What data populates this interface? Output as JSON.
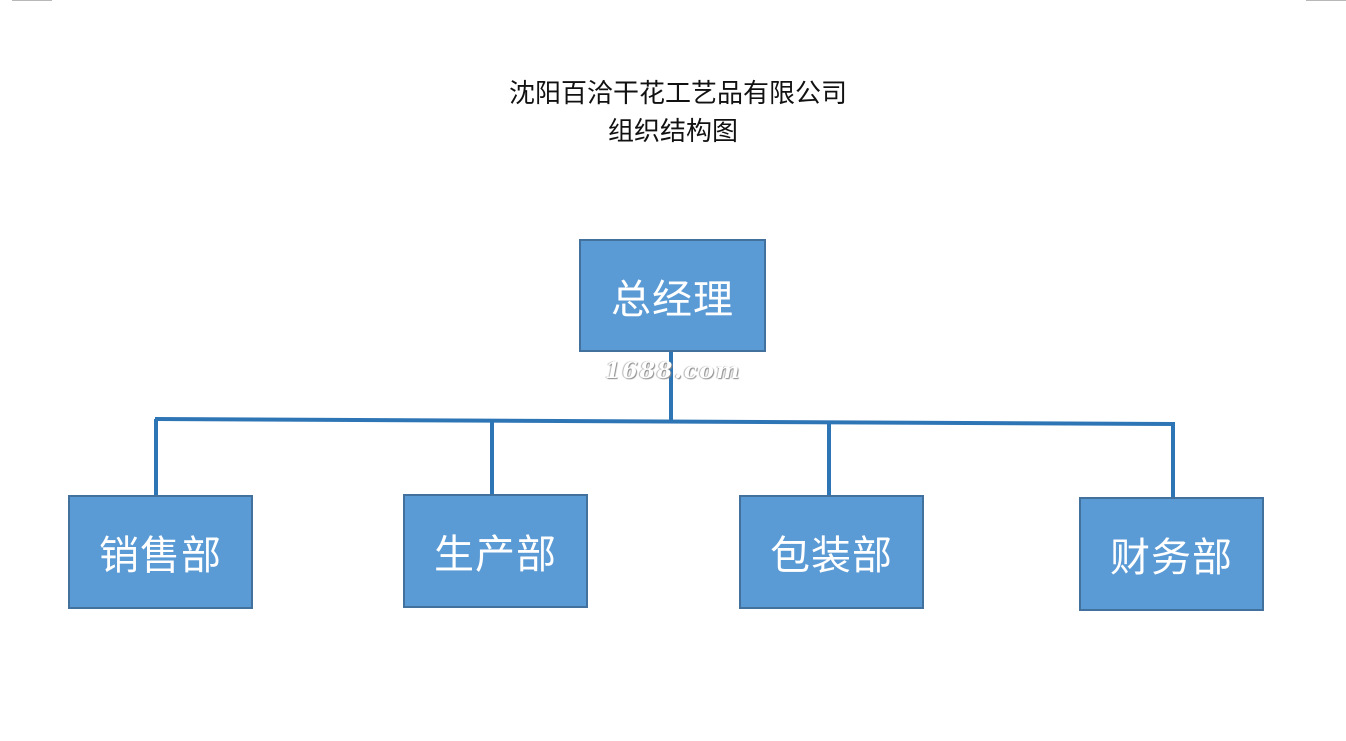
{
  "title": {
    "line1": "沈阳百洽干花工艺品有限公司",
    "line2": "组织结构图"
  },
  "org": {
    "root": "总经理",
    "departments": [
      "销售部",
      "生产部",
      "包装部",
      "财务部"
    ]
  },
  "watermark": "1688.com",
  "colors": {
    "box_fill": "#5b9bd5",
    "box_border": "#41719c",
    "connector": "#2e75b6",
    "box_text": "#ffffff"
  }
}
